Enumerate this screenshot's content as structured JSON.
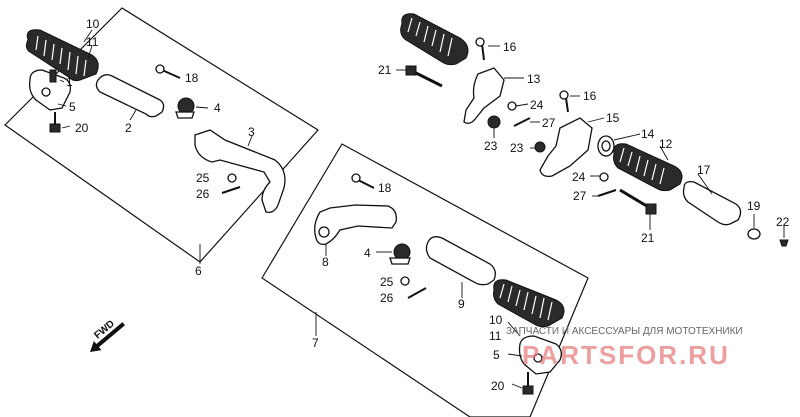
{
  "diagram": {
    "assembly_left": {
      "labels": [
        "10",
        "11",
        "1",
        "18",
        "2",
        "4",
        "5",
        "20",
        "3",
        "25",
        "26",
        "6"
      ]
    },
    "assembly_center": {
      "labels": [
        "18",
        "8",
        "4",
        "9",
        "25",
        "26",
        "7",
        "10",
        "11",
        "5",
        "20"
      ]
    },
    "assembly_right": {
      "labels": [
        "16",
        "21",
        "13",
        "24",
        "16",
        "27",
        "15",
        "14",
        "23",
        "23",
        "12",
        "24",
        "27",
        "17",
        "21",
        "19",
        "22"
      ]
    },
    "direction_marker": "FWD"
  },
  "watermark": {
    "subtitle": "ЗАПЧАСТИ И АКСЕССУАРЫ ДЛЯ МОТОТЕХНИКИ",
    "logo": "PARTSFOR.RU"
  }
}
